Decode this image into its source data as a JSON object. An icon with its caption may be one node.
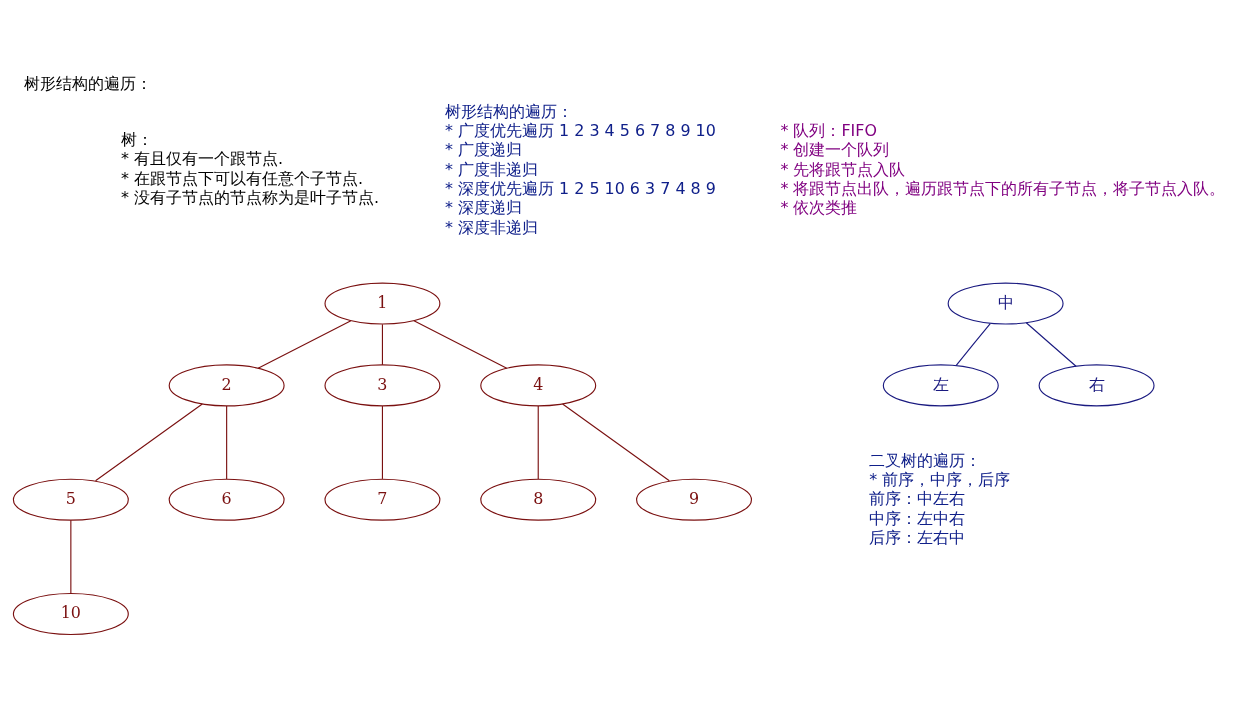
{
  "diagram": {
    "title": "树形结构的遍历：",
    "nodes": [
      {
        "text": [
          "1"
        ]
      },
      {
        "text": [
          "2"
        ]
      },
      {
        "text": [
          "3"
        ]
      },
      {
        "text": [
          "4"
        ]
      },
      {
        "text": [
          "5"
        ]
      },
      {
        "text": [
          "6"
        ]
      },
      {
        "text": [
          "7"
        ]
      },
      {
        "text": [
          "8"
        ]
      },
      {
        "text": [
          "9"
        ]
      },
      {
        "text": [
          "10"
        ]
      },
      {
        "text": [
          "中"
        ]
      },
      {
        "text": [
          "左"
        ]
      },
      {
        "text": [
          "右"
        ]
      }
    ],
    "edges": [
      {
        "from": 0,
        "to": 1,
        "arrow": "none"
      },
      {
        "from": 0,
        "to": 2,
        "arrow": "none"
      },
      {
        "from": 0,
        "to": 3,
        "arrow": "none"
      },
      {
        "from": 1,
        "to": 4,
        "arrow": "none"
      },
      {
        "from": 1,
        "to": 5,
        "arrow": "none"
      },
      {
        "from": 2,
        "to": 6,
        "arrow": "none"
      },
      {
        "from": 3,
        "to": 7,
        "arrow": "none"
      },
      {
        "from": 3,
        "to": 8,
        "arrow": "none"
      },
      {
        "from": 4,
        "to": 9,
        "arrow": "none"
      },
      {
        "from": 10,
        "to": 11,
        "arrow": "none",
        "color": "#1a1a80"
      },
      {
        "from": 10,
        "to": 12,
        "arrow": "none",
        "color": "#1a1a80"
      }
    ],
    "labels": [
      "树：",
      "* 有且仅有一个跟节点.",
      "* 在跟节点下可以有任意个子节点.",
      "* 没有子节点的节点称为是叶子节点.",
      "树形结构的遍历：",
      "* 广度优先遍历 1 2 3 4 5 6 7 8 9 10",
      "* 广度递归",
      "* 广度非递归",
      "* 深度优先遍历 1 2 5 10 6 3 7 4 8 9",
      "* 深度递归",
      "* 深度非递归",
      "* 队列：FIFO",
      "* 创建一个队列",
      "* 先将跟节点入队",
      "* 将跟节点出队，遍历跟节点下的所有子节点，将子节点入队。",
      "* 依次类推",
      "二叉树的遍历：",
      "* 前序，中序，后序",
      "前序：中左右",
      "中序：左中右",
      "后序：左右中"
    ]
  }
}
